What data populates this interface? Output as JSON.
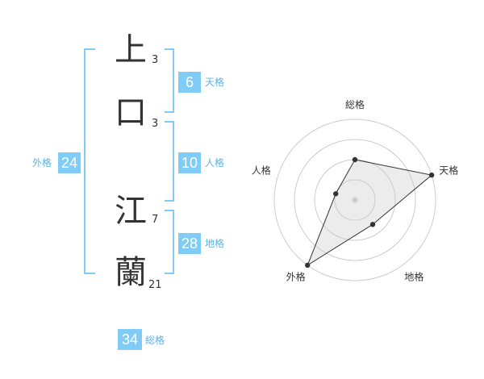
{
  "name": {
    "characters": [
      {
        "char": "上",
        "strokes": "3"
      },
      {
        "char": "口",
        "strokes": "3"
      },
      {
        "char": "江",
        "strokes": "7"
      },
      {
        "char": "蘭",
        "strokes": "21"
      }
    ]
  },
  "fortune": {
    "tenkaku": {
      "value": "6",
      "label": "天格"
    },
    "jinkaku": {
      "value": "10",
      "label": "人格"
    },
    "chikaku": {
      "value": "28",
      "label": "地格"
    },
    "gaikaku": {
      "value": "24",
      "label": "外格"
    },
    "soukaku": {
      "value": "34",
      "label": "総格"
    }
  },
  "colors": {
    "accent": "#7fcdf6",
    "accent_text": "#5ab4e5",
    "text": "#333333",
    "grid": "#cccccc"
  },
  "chart_data": {
    "type": "radar",
    "axes": [
      "総格",
      "天格",
      "地格",
      "外格",
      "人格"
    ],
    "levels": 4,
    "range": [
      0,
      4
    ],
    "values": [
      2,
      4,
      1.5,
      4,
      1
    ],
    "grid": true
  }
}
